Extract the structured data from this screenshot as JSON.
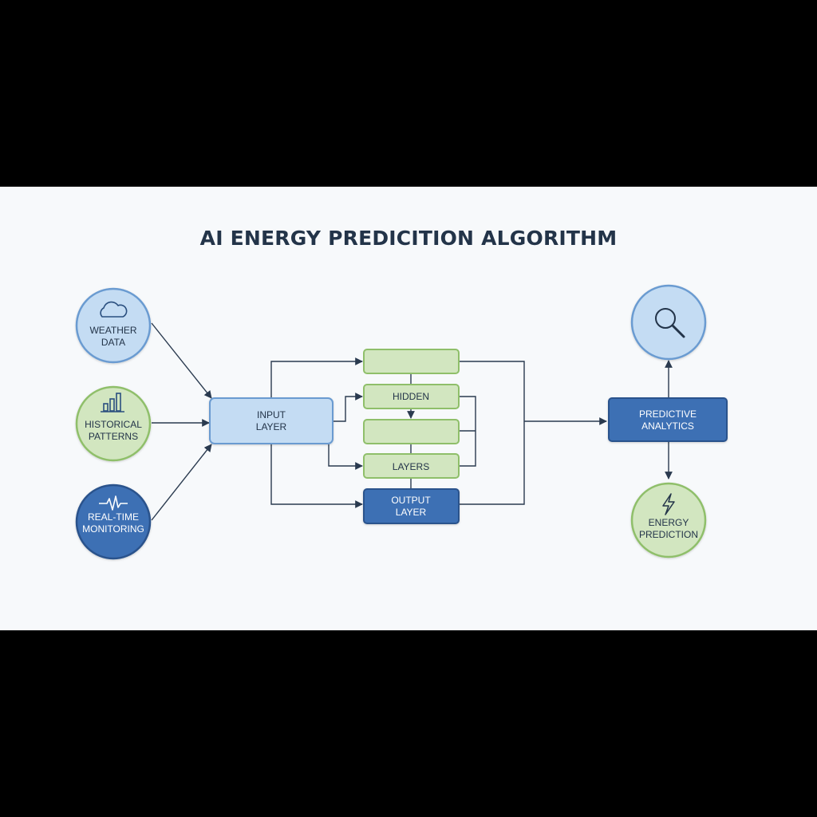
{
  "title": "AI ENERGY PREDICITION ALGORITHM",
  "inputs": {
    "weather": {
      "line1": "WEATHER",
      "line2": "DATA",
      "icon": "cloud-icon"
    },
    "historical": {
      "line1": "HISTORICAL",
      "line2": "PATTERNS",
      "icon": "bar-chart-icon"
    },
    "realtime": {
      "line1": "REAL-TIME",
      "line2": "MONITORING",
      "icon": "pulse-icon"
    }
  },
  "network": {
    "input_layer": {
      "line1": "INPUT",
      "line2": "LAYER"
    },
    "hidden_label": "HIDDEN",
    "layers_label": "LAYERS",
    "output_layer": {
      "line1": "OUTPUT",
      "line2": "LAYER"
    }
  },
  "analytics": {
    "line1": "PREDICTIVE",
    "line2": "ANALYTICS"
  },
  "outputs": {
    "search": {
      "icon": "magnifier-icon"
    },
    "energy": {
      "line1": "ENERGY",
      "line2": "PREDICTION",
      "icon": "lightning-icon"
    }
  },
  "colors": {
    "light_blue_fill": "#c4dcf3",
    "light_blue_stroke": "#6a9bd1",
    "green_fill": "#d2e6c0",
    "green_stroke": "#8fbf6a",
    "dark_blue_fill": "#3e6fb4",
    "dark_blue_stroke": "#2a528c",
    "arrow": "#2a3a4f",
    "text_dark": "#233449"
  }
}
